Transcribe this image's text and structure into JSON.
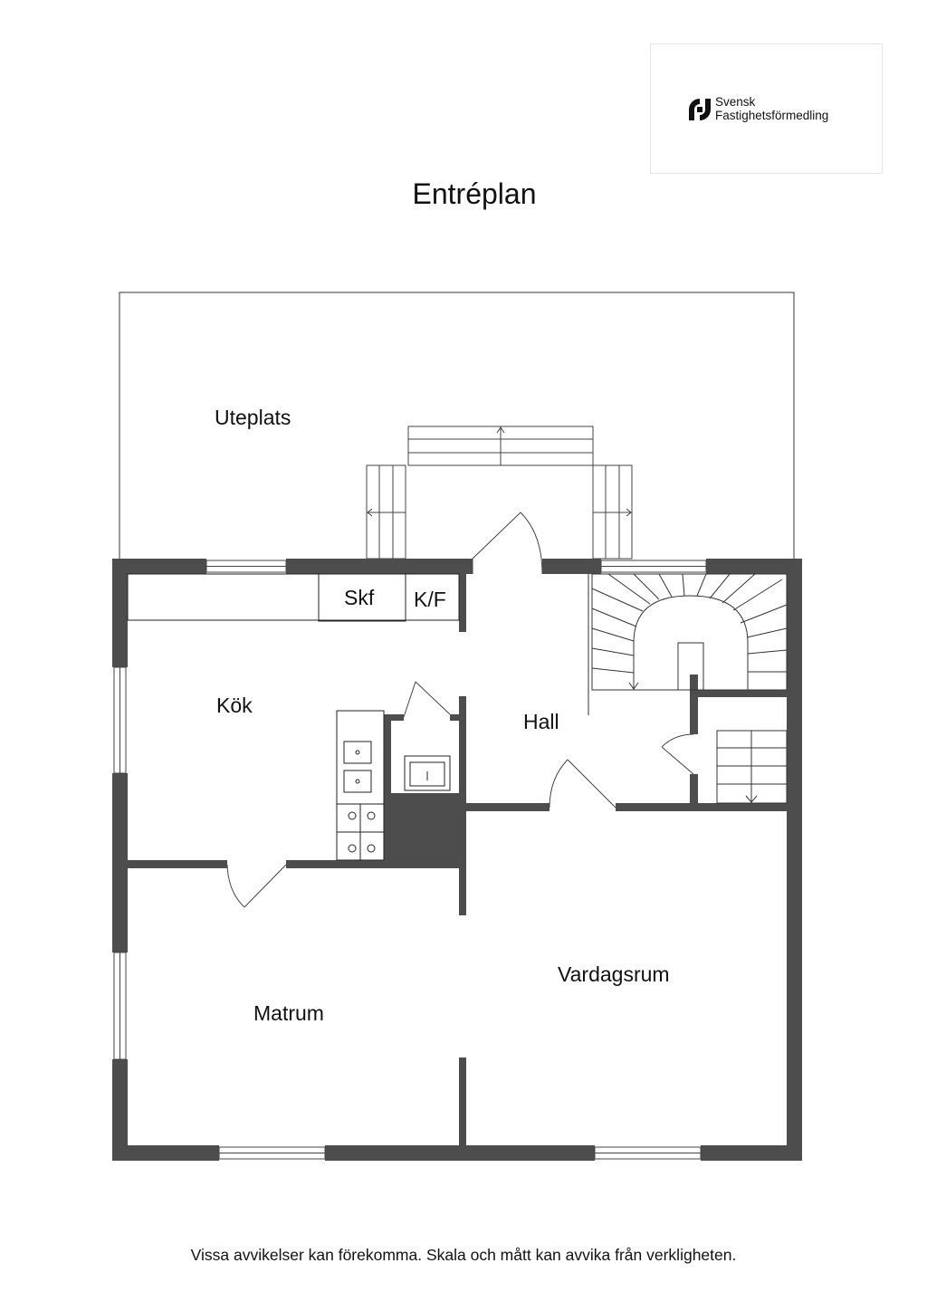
{
  "brand": {
    "line1": "Svensk",
    "line2": "Fastighetsförmedling",
    "logo_icon": "sf-monogram-icon"
  },
  "title": "Entréplan",
  "rooms": {
    "uteplats": "Uteplats",
    "kok": "Kök",
    "hall": "Hall",
    "matrum": "Matrum",
    "vardagsrum": "Vardagsrum"
  },
  "fixtures": {
    "skf": "Skf",
    "kf": "K/F"
  },
  "colors": {
    "wall": "#4d4d4d",
    "line": "#333333",
    "background": "#ffffff"
  },
  "disclaimer": "Vissa avvikelser kan förekomma. Skala och mått kan avvika från verkligheten."
}
